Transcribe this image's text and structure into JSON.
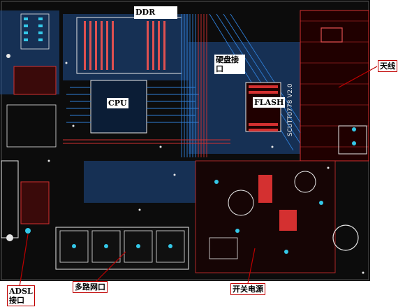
{
  "image": {
    "description_free": true
  },
  "labels": {
    "ddr": "DDR",
    "cpu": "CPU",
    "hdd_interface": "硬盘接口",
    "flash": "FLASH",
    "antenna": "天线",
    "adsl_interface": "ADSL接口",
    "multi_port": "多路网口",
    "switching_power": "开关电源"
  },
  "silkscreen": {
    "board_id": "SCUTT0778 V2.0"
  },
  "colors": {
    "board_bg": "#0c0c0c",
    "trace_blue": "#2f7fd8",
    "trace_red": "#d43030",
    "pad_cyan": "#34c8e8",
    "pad_white": "#e8e8e8",
    "label_border": "#c00000",
    "callout_arrow": "#c00000"
  }
}
